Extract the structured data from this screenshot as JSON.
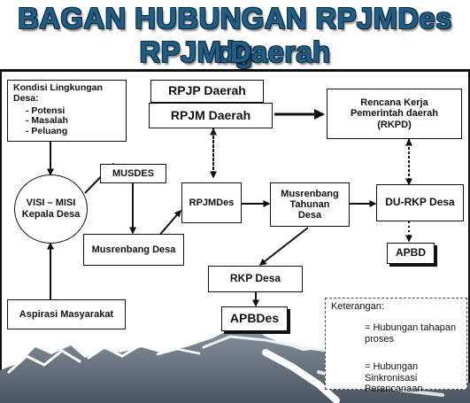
{
  "title": {
    "line1": "BAGAN HUBUNGAN RPJMDes dg",
    "line2": "RPJM Daerah"
  },
  "nodes": {
    "kondisi": {
      "heading": "Kondisi Lingkungan Desa:",
      "items": [
        "Potensi",
        "Masalah",
        "Peluang"
      ]
    },
    "visi": {
      "line1": "VISI – MISI",
      "line2": "Kepala Desa"
    },
    "musdes": "MUSDES",
    "musrenbang_desa": "Musrenbang Desa",
    "aspirasi": "Aspirasi Masyarakat",
    "rpjp": "RPJP Daerah",
    "rpjm": "RPJM Daerah",
    "rkpd": {
      "line1": "Rencana Kerja",
      "line2": "Pemerintah daerah",
      "line3": "(RKPD)"
    },
    "rpjmdes": "RPJMDes",
    "musrenbang_tahunan": {
      "line1": "Musrenbang",
      "line2": "Tahunan",
      "line3": "Desa"
    },
    "du_rkp": "DU-RKP Desa",
    "apbd": "APBD",
    "rkp_desa": "RKP Desa",
    "apbdes": "APBDes"
  },
  "legend": {
    "title": "Keterangan:",
    "solid_label": "= Hubungan tahapan proses",
    "dotted_label": "= Hubungan Sinkronisasi Perencanaan"
  }
}
